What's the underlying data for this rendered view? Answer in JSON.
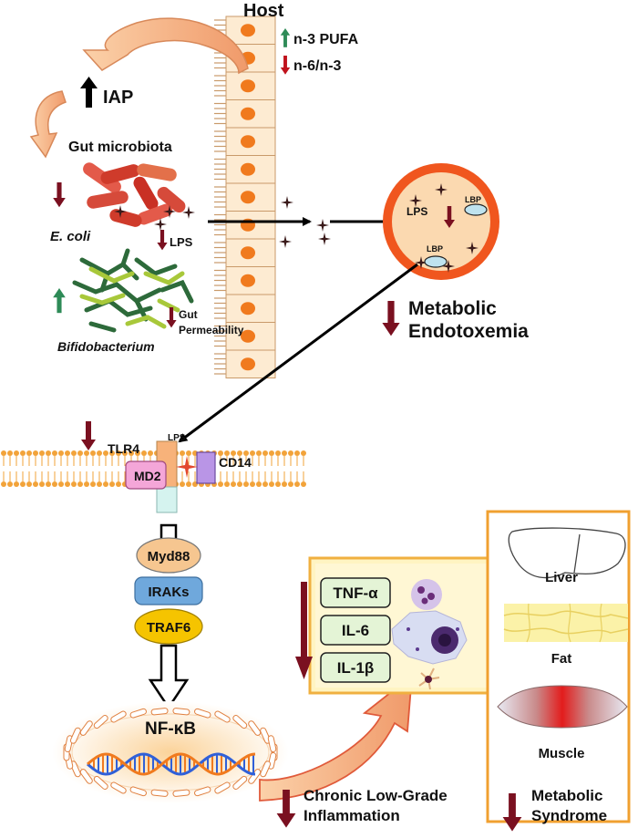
{
  "host": {
    "title": "Host",
    "n3_pufa": "n-3 PUFA",
    "n6_n3": "n-6/n-3"
  },
  "gut": {
    "iap": "IAP",
    "microbiota": "Gut microbiota",
    "ecoli": "E. coli",
    "lps": "LPS",
    "bifido": "Bifidobacterium",
    "permeability_line1": "Gut",
    "permeability_line2": "Permeability"
  },
  "vessel": {
    "lps": "LPS",
    "lbp_top": "LBP",
    "lbp_bottom": "LBP"
  },
  "endotoxemia": {
    "line1": "Metabolic",
    "line2": "Endotoxemia"
  },
  "receptor": {
    "tlr4": "TLR4",
    "lps": "LPS",
    "cd14": "CD14",
    "md2": "MD2"
  },
  "pathway": {
    "myd88": "Myd88",
    "iraks": "IRAKs",
    "traf6": "TRAF6",
    "nfkb": "NF-κB"
  },
  "cytokines": [
    "TNF-α",
    "IL-6",
    "IL-1β"
  ],
  "organs": {
    "liver": "Liver",
    "fat": "Fat",
    "muscle": "Muscle"
  },
  "outcomes": {
    "inflammation_line1": "Chronic Low-Grade",
    "inflammation_line2": "Inflammation",
    "syndrome_line1": "Metabolic",
    "syndrome_line2": "Syndrome"
  },
  "colors": {
    "down_arrow": "#7a1020",
    "up_arrow": "#2e8b57",
    "cell_nucleus": "#f07a1e",
    "vessel_ring": "#f0561e",
    "vessel_fill": "#fbd9b0",
    "membrane": "#f2a33a",
    "panel_border": "#f0a030"
  }
}
